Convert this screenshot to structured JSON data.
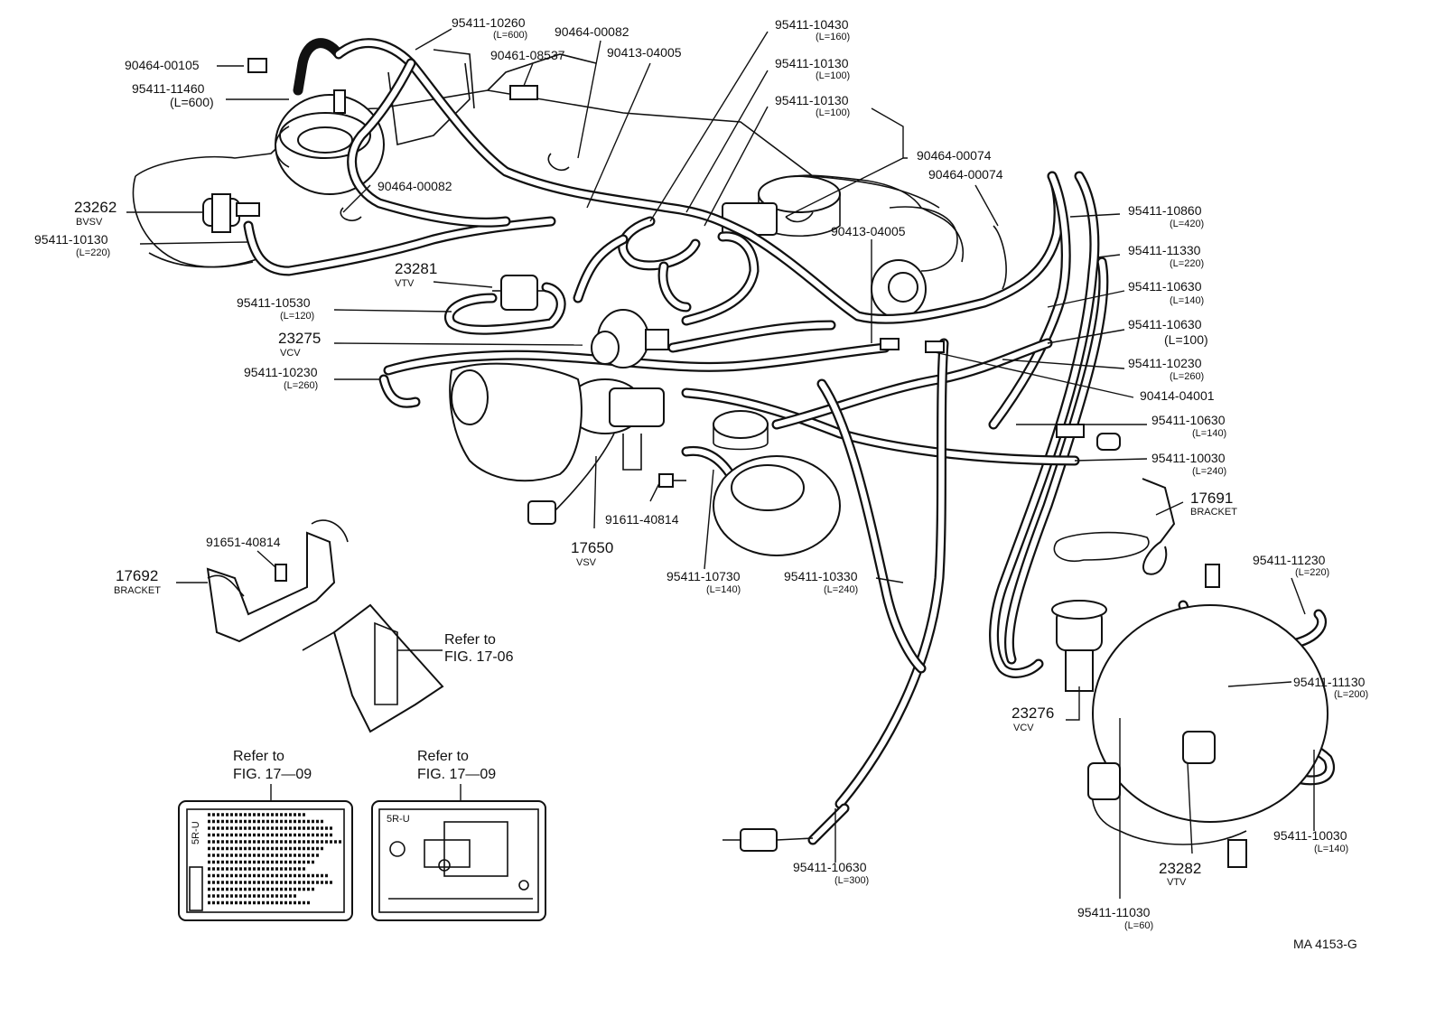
{
  "labels": [
    {
      "id": "l1",
      "part": "95411-10260",
      "sub": "(L=600)"
    },
    {
      "id": "l2",
      "part": "90464-00082",
      "sub": ""
    },
    {
      "id": "l3",
      "part": "90464-00105",
      "sub": ""
    },
    {
      "id": "l4",
      "part": "90461-08537",
      "sub": ""
    },
    {
      "id": "l5",
      "part": "90413-04005",
      "sub": ""
    },
    {
      "id": "l6",
      "part": "95411-11460",
      "sub": "(L=600)"
    },
    {
      "id": "l7",
      "part": "95411-10430",
      "sub": "(L=160)"
    },
    {
      "id": "l8",
      "part": "95411-10130",
      "sub": "(L=100)"
    },
    {
      "id": "l9",
      "part": "95411-10130",
      "sub": "(L=100)"
    },
    {
      "id": "l10",
      "part": "90464-00074",
      "sub": ""
    },
    {
      "id": "l11",
      "part": "90464-00074",
      "sub": ""
    },
    {
      "id": "l12",
      "part": "90464-00082",
      "sub": ""
    },
    {
      "id": "l13",
      "part": "23262",
      "sub": "BVSV"
    },
    {
      "id": "l14",
      "part": "95411-10130",
      "sub": "(L=220)"
    },
    {
      "id": "l15",
      "part": "90413-04005",
      "sub": ""
    },
    {
      "id": "l16",
      "part": "95411-10860",
      "sub": "(L=420)"
    },
    {
      "id": "l17",
      "part": "95411-11330",
      "sub": "(L=220)"
    },
    {
      "id": "l18",
      "part": "23281",
      "sub": "VTV"
    },
    {
      "id": "l19",
      "part": "95411-10630",
      "sub": "(L=140)"
    },
    {
      "id": "l20",
      "part": "95411-10530",
      "sub": "(L=120)"
    },
    {
      "id": "l21",
      "part": "95411-10630",
      "sub": "(L=100)"
    },
    {
      "id": "l22",
      "part": "23275",
      "sub": "VCV"
    },
    {
      "id": "l23",
      "part": "95411-10230",
      "sub": "(L=260)"
    },
    {
      "id": "l24",
      "part": "95411-10230",
      "sub": "(L=260)"
    },
    {
      "id": "l25",
      "part": "90414-04001",
      "sub": ""
    },
    {
      "id": "l26",
      "part": "95411-10630",
      "sub": "(L=140)"
    },
    {
      "id": "l27",
      "part": "95411-10030",
      "sub": "(L=240)"
    },
    {
      "id": "l28",
      "part": "17691",
      "sub": "BRACKET"
    },
    {
      "id": "l29",
      "part": "91651-40814",
      "sub": ""
    },
    {
      "id": "l30",
      "part": "91611-40814",
      "sub": ""
    },
    {
      "id": "l31",
      "part": "17650",
      "sub": "VSV"
    },
    {
      "id": "l32",
      "part": "17692",
      "sub": "BRACKET"
    },
    {
      "id": "l33",
      "part": "95411-10730",
      "sub": "(L=140)"
    },
    {
      "id": "l34",
      "part": "95411-10330",
      "sub": "(L=240)"
    },
    {
      "id": "l35",
      "part": "95411-11230",
      "sub": "(L=220)"
    },
    {
      "id": "l36",
      "part": "95411-11130",
      "sub": "(L=200)"
    },
    {
      "id": "l37",
      "part": "23276",
      "sub": "VCV"
    },
    {
      "id": "l38",
      "part": "95411-10030",
      "sub": "(L=140)"
    },
    {
      "id": "l39",
      "part": "23282",
      "sub": "VTV"
    },
    {
      "id": "l40",
      "part": "95411-10630",
      "sub": "(L=300)"
    },
    {
      "id": "l41",
      "part": "95411-11030",
      "sub": "(L=60)"
    }
  ],
  "refs": {
    "ref_a_1": "Refer to",
    "ref_a_2": "FIG. 17-06",
    "ref_b_1": "Refer to",
    "ref_b_2": "FIG. 17—09",
    "ref_c_1": "Refer to",
    "ref_c_2": "FIG. 17—09"
  },
  "decals": {
    "left_tag": "5R-U",
    "right_tag": "5R-U"
  },
  "footer": "MA  4153-G"
}
